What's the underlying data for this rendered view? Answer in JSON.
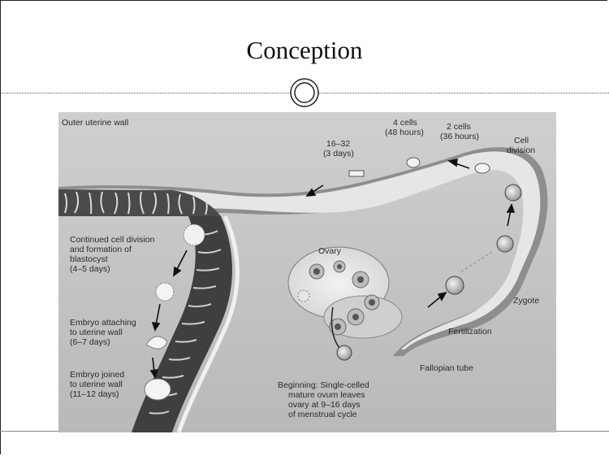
{
  "slide": {
    "title": "Conception"
  },
  "diagram": {
    "labels": {
      "outer_uterine_wall": "Outer uterine wall",
      "stage_16_32_line1": "16–32",
      "stage_16_32_line2": "(3 days)",
      "stage_4_cells_line1": "4 cells",
      "stage_4_cells_line2": "(48 hours)",
      "stage_2_cells_line1": "2 cells",
      "stage_2_cells_line2": "(36 hours)",
      "cell_division_line1": "Cell",
      "cell_division_line2": "division",
      "ovary": "Ovary",
      "zygote": "Zygote",
      "fertilization": "Fertilization",
      "fallopian_tube": "Fallopian tube",
      "blastocyst_line1": "Continued cell division",
      "blastocyst_line2": "and formation of",
      "blastocyst_line3": "blastocyst",
      "blastocyst_line4": "(4–5 days)",
      "attaching_line1": "Embryo attaching",
      "attaching_line2": "to uterine wall",
      "attaching_line3": "(6–7 days)",
      "joined_line1": "Embryo joined",
      "joined_line2": "to uterine wall",
      "joined_line3": "(11–12 days)",
      "beginning_line1": "Beginning: Single-celled",
      "beginning_line2": "mature ovum leaves",
      "beginning_line3": "ovary at 9–16 days",
      "beginning_line4": "of menstrual cycle"
    }
  }
}
